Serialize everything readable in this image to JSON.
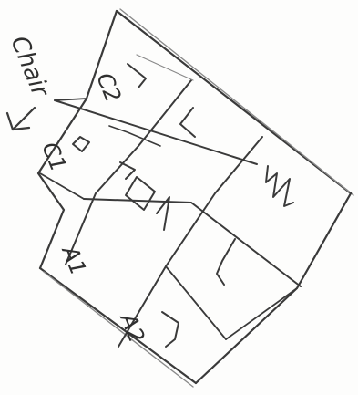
{
  "labels": {
    "chair": "Chair",
    "c1": "C1",
    "c2": "C2",
    "a1": "A1",
    "a2": "A2"
  },
  "colors": {
    "paper": "#fdfdfc",
    "pencil": "#3a3a3a",
    "pencil_light": "#8a8a8a"
  }
}
